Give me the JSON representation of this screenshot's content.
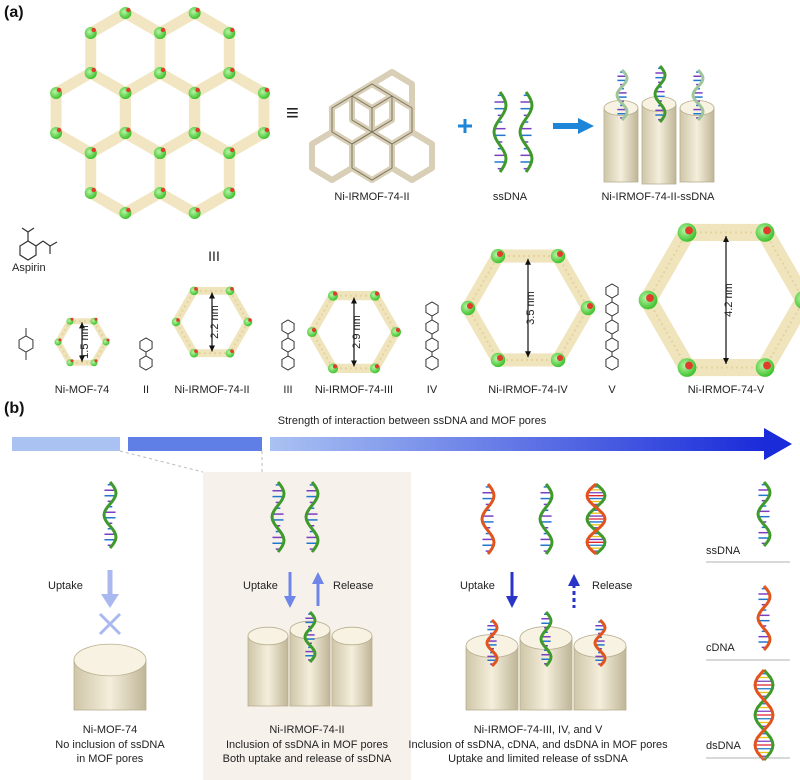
{
  "panels": {
    "a": "(a)",
    "b": "(b)"
  },
  "colors": {
    "arrow_blue": "#1d86d8",
    "gradient_start": "#a9c2f2",
    "gradient_end": "#1a2bd9",
    "ssdna_green": "#3f9a2c",
    "cdna_red": "#e2541e",
    "pore_beige": "#efe7cf",
    "node_green": "#6fdc5a",
    "oxygen_red": "#e23b2b"
  },
  "top": {
    "equiv_symbol": "≡",
    "plus_symbol": "+",
    "labels": {
      "ni_irmof_74_ii": "Ni-IRMOF-74-II",
      "ssdna": "ssDNA",
      "complex": "Ni-IRMOF-74-II-ssDNA"
    }
  },
  "aspirin": {
    "label": "Aspirin"
  },
  "mof_series": {
    "series_label": "III",
    "linkers": [
      "II",
      "III",
      "IV",
      "V"
    ],
    "frameworks": [
      {
        "name": "Ni-MOF-74",
        "pore": "1.5 nm"
      },
      {
        "name": "Ni-IRMOF-74-II",
        "pore": "2.2 nm"
      },
      {
        "name": "Ni-IRMOF-74-III",
        "pore": "2.9 nm"
      },
      {
        "name": "Ni-IRMOF-74-IV",
        "pore": "3.5 nm"
      },
      {
        "name": "Ni-IRMOF-74-V",
        "pore": "4.2 nm"
      }
    ]
  },
  "panel_b": {
    "strength_label": "Strength of interaction between ssDNA and MOF pores",
    "col1": {
      "uptake": "Uptake",
      "name": "Ni-MOF-74",
      "line1": "No inclusion of ssDNA",
      "line2": "in MOF pores"
    },
    "col2": {
      "uptake": "Uptake",
      "release": "Release",
      "name": "Ni-IRMOF-74-II",
      "line1": "Inclusion of ssDNA in MOF pores",
      "line2": "Both uptake and release of ssDNA"
    },
    "col3": {
      "uptake": "Uptake",
      "release": "Release",
      "name": "Ni-IRMOF-74-III, IV, and V",
      "line1": "Inclusion of ssDNA, cDNA, and dsDNA in MOF pores",
      "line2": "Uptake and limited release of ssDNA"
    },
    "legend": [
      "ssDNA",
      "cDNA",
      "dsDNA"
    ]
  }
}
